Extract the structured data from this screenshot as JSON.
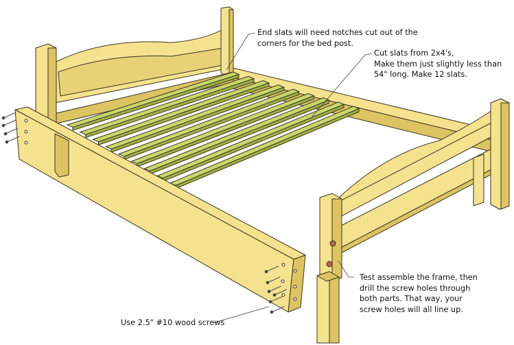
{
  "notes": {
    "end_slats": [
      "End slats will need notches cut out of the",
      "corners for the bed post."
    ],
    "cut_slats": [
      "Cut slats from 2x4's,",
      "Make them just slightly less than",
      "54\" long.  Make 12 slats."
    ],
    "test_assemble": [
      "Test assemble the frame, then",
      "drill the screw holes through",
      "both parts.  That way, your",
      "screw holes will all line up."
    ],
    "screws": [
      "Use 2.5\" #10 wood screws"
    ]
  },
  "colors": {
    "wood_face": "#f5e28e",
    "wood_side": "#dcc463",
    "slat_top": "#c9d76c",
    "slat_side": "#9fb247",
    "outline": "#3a3320",
    "hole": "#b5654a"
  },
  "slat_count_shown": 9
}
